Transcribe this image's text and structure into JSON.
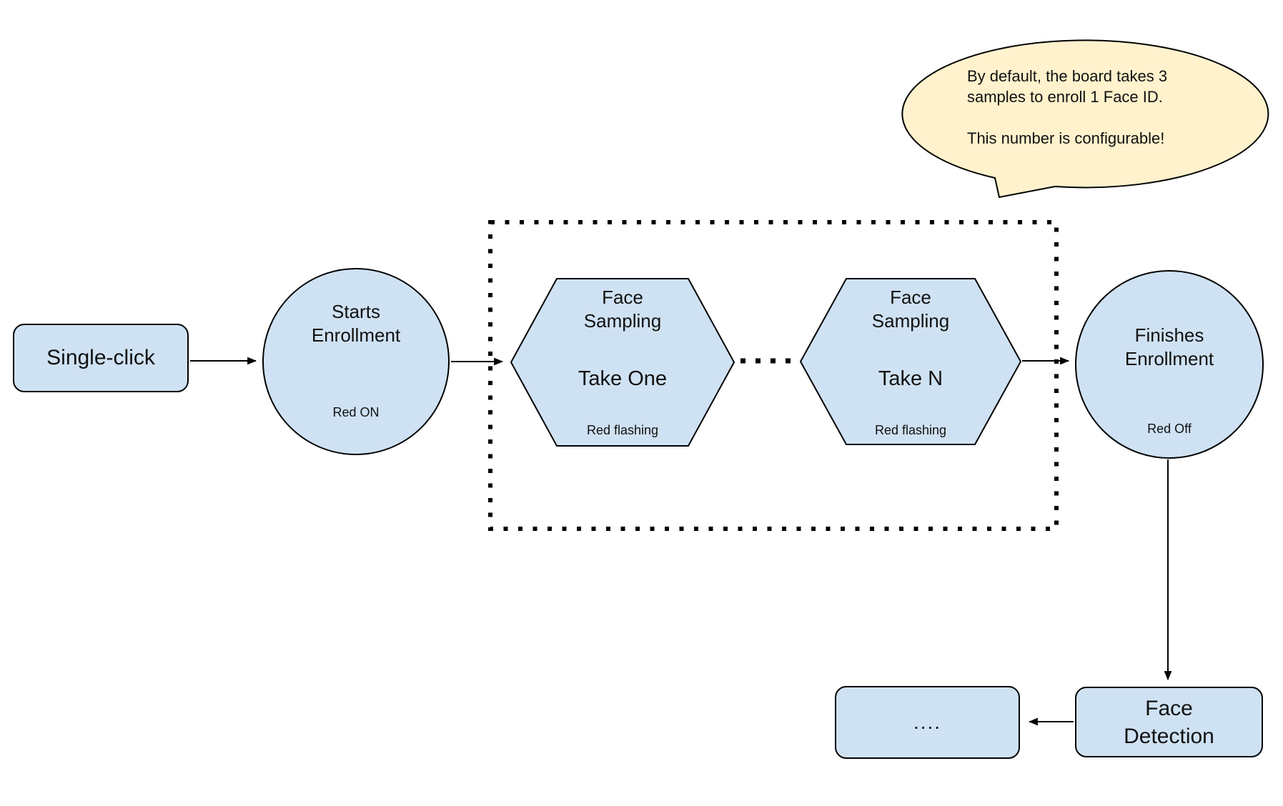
{
  "diagram": {
    "colors": {
      "node_fill": "#cfe2f3",
      "node_stroke": "#000000",
      "callout_fill": "#fff2cc",
      "background": "#ffffff"
    },
    "nodes": {
      "single_click": {
        "label": "Single-click"
      },
      "starts_enrollment": {
        "title": "Starts\nEnrollment",
        "note": "Red ON"
      },
      "face_sampling_one": {
        "title": "Face\nSampling",
        "take": "Take One",
        "note": "Red flashing"
      },
      "face_sampling_n": {
        "title": "Face\nSampling",
        "take": "Take N",
        "note": "Red flashing"
      },
      "finishes_enrollment": {
        "title": "Finishes\nEnrollment",
        "note": "Red Off"
      },
      "face_detection": {
        "label": "Face\nDetection"
      },
      "ellipsis": {
        "label": "...."
      }
    },
    "callout": {
      "text": "By default, the board takes 3\nsamples to enroll 1 Face ID.\n\nThis number is configurable!"
    }
  }
}
